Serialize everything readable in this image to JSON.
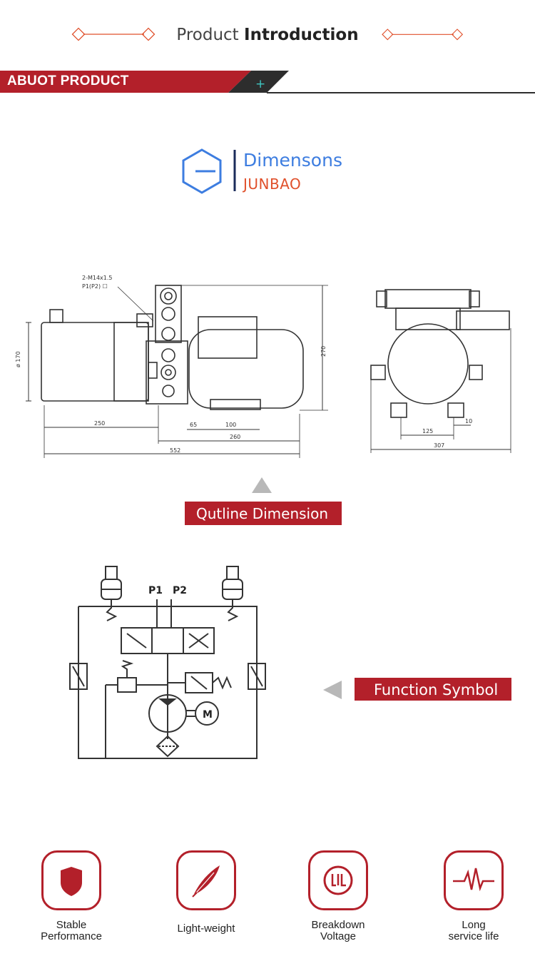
{
  "header": {
    "title_light": "Product",
    "title_bold": "Introduction",
    "accent_color": "#e0502b"
  },
  "about_bar": {
    "label": "ABUOT PRODUCT",
    "plus": "+",
    "bar_color": "#b3202a",
    "dark_color": "#2d2d2d"
  },
  "dimensions": {
    "title": "Dimensons",
    "subtitle": "JUNBAO",
    "title_color": "#3d7de0",
    "subtitle_color": "#e0502b"
  },
  "outline_drawing": {
    "callout_line1": "2-M14x1.5",
    "callout_line2": "P1(P2) ☐",
    "dia_label": "ø 170",
    "height_label": "270",
    "dim_250": "250",
    "dim_65": "65",
    "dim_100": "100",
    "dim_260": "260",
    "dim_552": "552",
    "dim_125": "125",
    "dim_10": "10",
    "dim_307": "307"
  },
  "outline_label": "Qutline Dimension",
  "function_label": "Function Symbol",
  "schematic": {
    "port_p1": "P1",
    "port_p2": "P2",
    "motor": "M"
  },
  "features": [
    {
      "line1": "Stable",
      "line2": "Performance",
      "icon": "shield-icon"
    },
    {
      "line1": "Light-weight",
      "line2": "",
      "icon": "feather-icon"
    },
    {
      "line1": "Breakdown",
      "line2": "Voltage",
      "icon": "jil-logo-icon"
    },
    {
      "line1": "Long",
      "line2": "service life",
      "icon": "pulse-icon"
    }
  ]
}
